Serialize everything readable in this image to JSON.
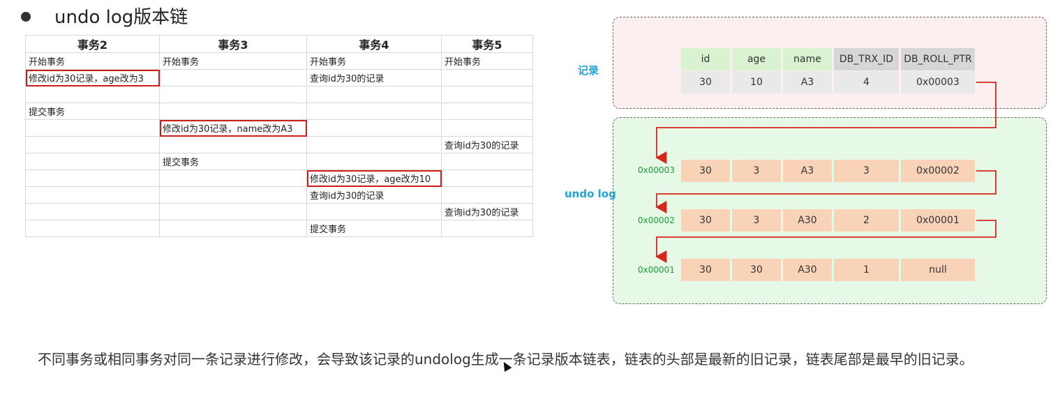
{
  "title": "undo log版本链",
  "txn_table": {
    "headers": [
      "事务2",
      "事务3",
      "事务4",
      "事务5"
    ],
    "rows": [
      [
        "开始事务",
        "开始事务",
        "开始事务",
        "开始事务"
      ],
      [
        "修改id为30记录，age改为3",
        "",
        "查询id为30的记录",
        ""
      ],
      [
        "",
        "",
        "",
        ""
      ],
      [
        "提交事务",
        "",
        "",
        ""
      ],
      [
        "",
        "修改id为30记录，name改为A3",
        "",
        ""
      ],
      [
        "",
        "",
        "",
        "查询id为30的记录"
      ],
      [
        "",
        "提交事务",
        "",
        ""
      ],
      [
        "",
        "",
        "修改id为30记录，age改为10",
        ""
      ],
      [
        "",
        "",
        "查询id为30的记录",
        ""
      ],
      [
        "",
        "",
        "",
        "查询id为30的记录"
      ],
      [
        "",
        "",
        "提交事务",
        ""
      ]
    ]
  },
  "diagram": {
    "record_label": "记录",
    "undo_label": "undo log",
    "columns": [
      "id",
      "age",
      "name",
      "DB_TRX_ID",
      "DB_ROLL_PTR"
    ],
    "record": [
      "30",
      "10",
      "A3",
      "4",
      "0x00003"
    ],
    "undo_rows": [
      {
        "addr": "0x00003",
        "values": [
          "30",
          "3",
          "A3",
          "3",
          "0x00002"
        ]
      },
      {
        "addr": "0x00002",
        "values": [
          "30",
          "3",
          "A30",
          "2",
          "0x00001"
        ]
      },
      {
        "addr": "0x00001",
        "values": [
          "30",
          "30",
          "A30",
          "1",
          "null"
        ]
      }
    ]
  },
  "description": "不同事务或相同事务对同一条记录进行修改，会导致该记录的undolog生成一条记录版本链表，链表的头部是最新的旧记录，链表尾部是最早的旧记录。",
  "colors": {
    "highlight": "#cc1d1d",
    "arrow": "#d9261c",
    "label_blue": "#1ea5d6",
    "addr_green": "#1a9a3a"
  }
}
